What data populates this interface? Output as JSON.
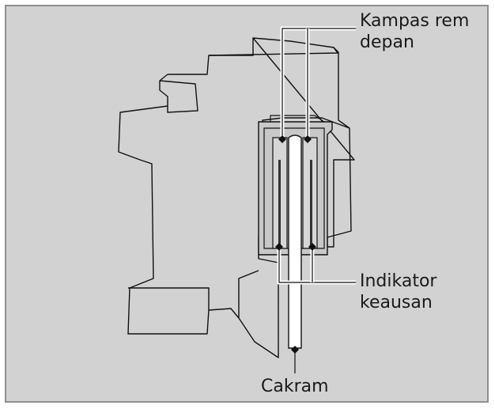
{
  "labels": {
    "brake_pads": [
      "Kampas rem",
      "depan"
    ],
    "wear_indicator": [
      "Indikator",
      "keausan"
    ],
    "disc": "Cakram"
  },
  "colors": {
    "background": "#d2d2d2",
    "frame_border": "#8f8f8f",
    "caliper_fill": "#c8c8c8",
    "line": "#111111",
    "disc_fill": "#ffffff",
    "pad_strip": "#333333"
  }
}
